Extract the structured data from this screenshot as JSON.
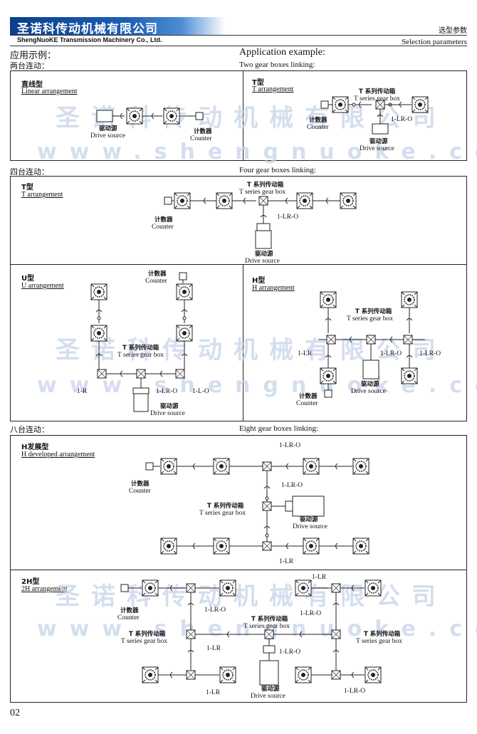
{
  "header": {
    "brand_cn": "圣诺科传动机械有限公司",
    "brand_en": "ShengNuoKE Transmission Machinery Co., Ltd.",
    "section_cn": "选型参数",
    "section_en": "Selection parameters"
  },
  "intro": {
    "title_cn": "应用示例：",
    "title_en": "Application example:"
  },
  "groups": {
    "two": {
      "cn": "两台连动：",
      "en": "Two gear boxes linking:"
    },
    "four": {
      "cn": "四台连动：",
      "en": "Four gear boxes linking:"
    },
    "eight": {
      "cn": "八台连动：",
      "en": "Eight gear boxes linking:"
    }
  },
  "panels": {
    "linear": {
      "title": "直线型",
      "sub": "Linear arrangement"
    },
    "t2": {
      "title": "T型",
      "sub": "T arrangement"
    },
    "t4": {
      "title": "T型",
      "sub": "T arrangement"
    },
    "u4": {
      "title": "U型",
      "sub": "U  arrangement"
    },
    "h4": {
      "title": "H型",
      "sub": "H  arrangement"
    },
    "hdev": {
      "title": "H发展型",
      "sub": "H developed arrangement"
    },
    "h2": {
      "title": "2H型",
      "sub": "2H arrangement"
    }
  },
  "labels": {
    "drive_cn": "驱动源",
    "drive_en": "Drive source",
    "counter_cn": "计数器",
    "counter_en": "Counter",
    "tbox_cn": "T 系列传动箱",
    "tbox_en": "T series gear box",
    "lro": "1-LR-O",
    "lr": "1-LR",
    "r": "1-R",
    "lo": "1-L-O"
  },
  "watermark": {
    "cn": "圣诺科传动机械有限公司",
    "url": "www.shengnuoke.com"
  },
  "page_number": "02"
}
